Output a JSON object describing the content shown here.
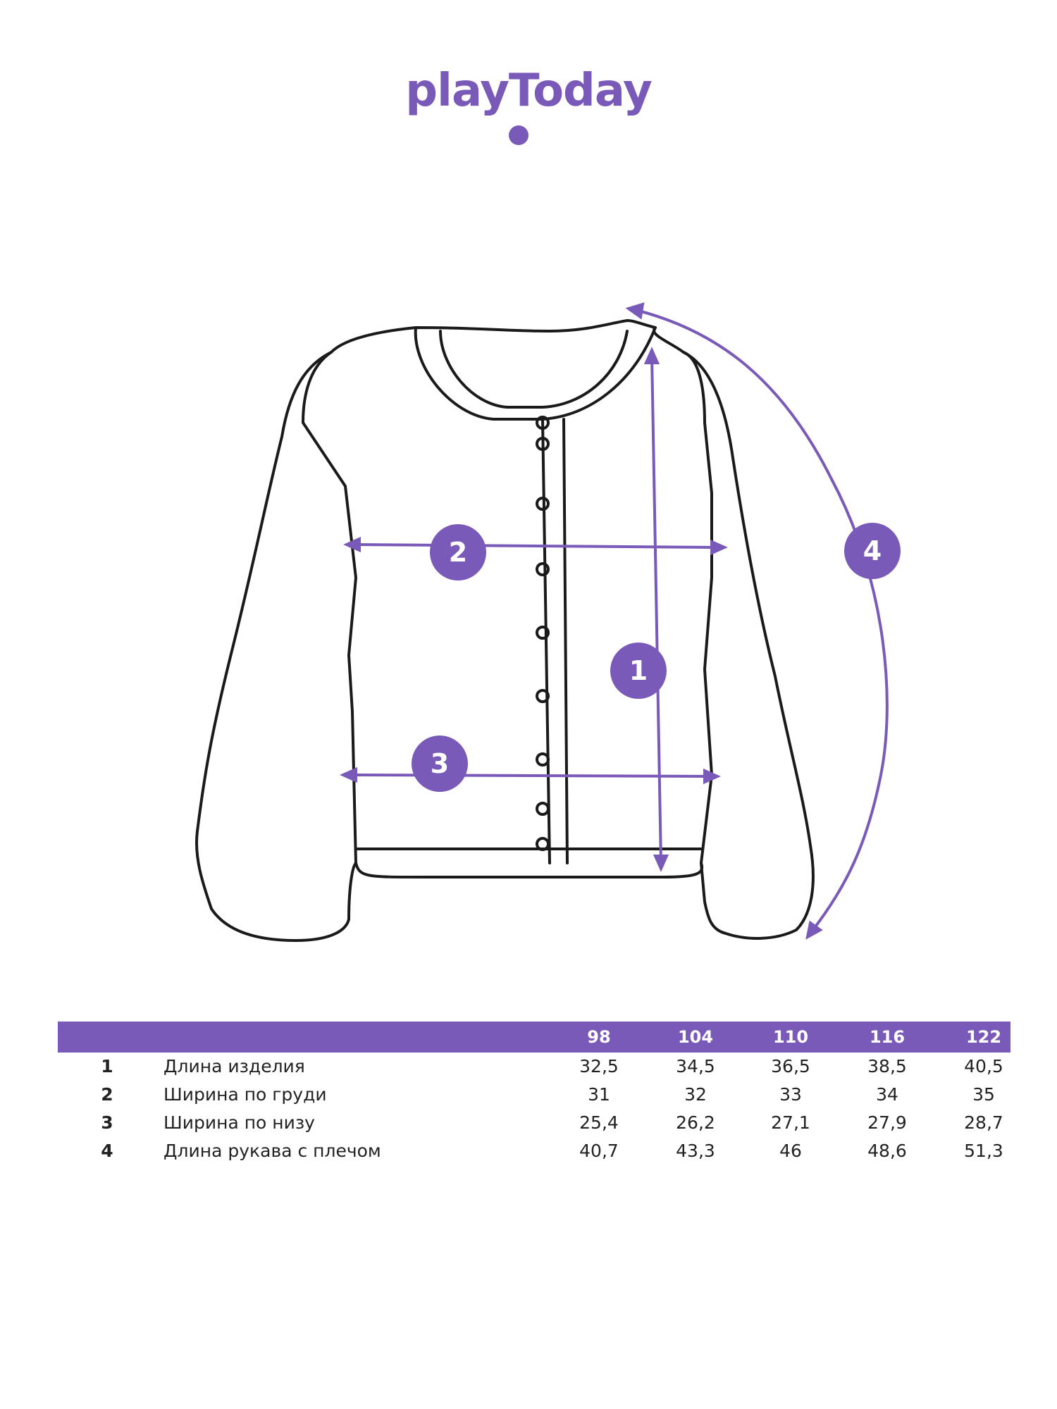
{
  "brand": {
    "logo_text": "playToday",
    "accent_color": "#7a5ab8"
  },
  "markers": [
    "1",
    "2",
    "3",
    "4"
  ],
  "table": {
    "sizes": [
      "98",
      "104",
      "110",
      "116",
      "122"
    ],
    "rows": [
      {
        "num": "1",
        "label": "Длина изделия",
        "values": [
          "32,5",
          "34,5",
          "36,5",
          "38,5",
          "40,5"
        ]
      },
      {
        "num": "2",
        "label": "Ширина по груди",
        "values": [
          "31",
          "32",
          "33",
          "34",
          "35"
        ]
      },
      {
        "num": "3",
        "label": "Ширина по низу",
        "values": [
          "25,4",
          "26,2",
          "27,1",
          "27,9",
          "28,7"
        ]
      },
      {
        "num": "4",
        "label": "Длина рукава с плечом",
        "values": [
          "40,7",
          "43,3",
          "46",
          "48,6",
          "51,3"
        ]
      }
    ]
  }
}
